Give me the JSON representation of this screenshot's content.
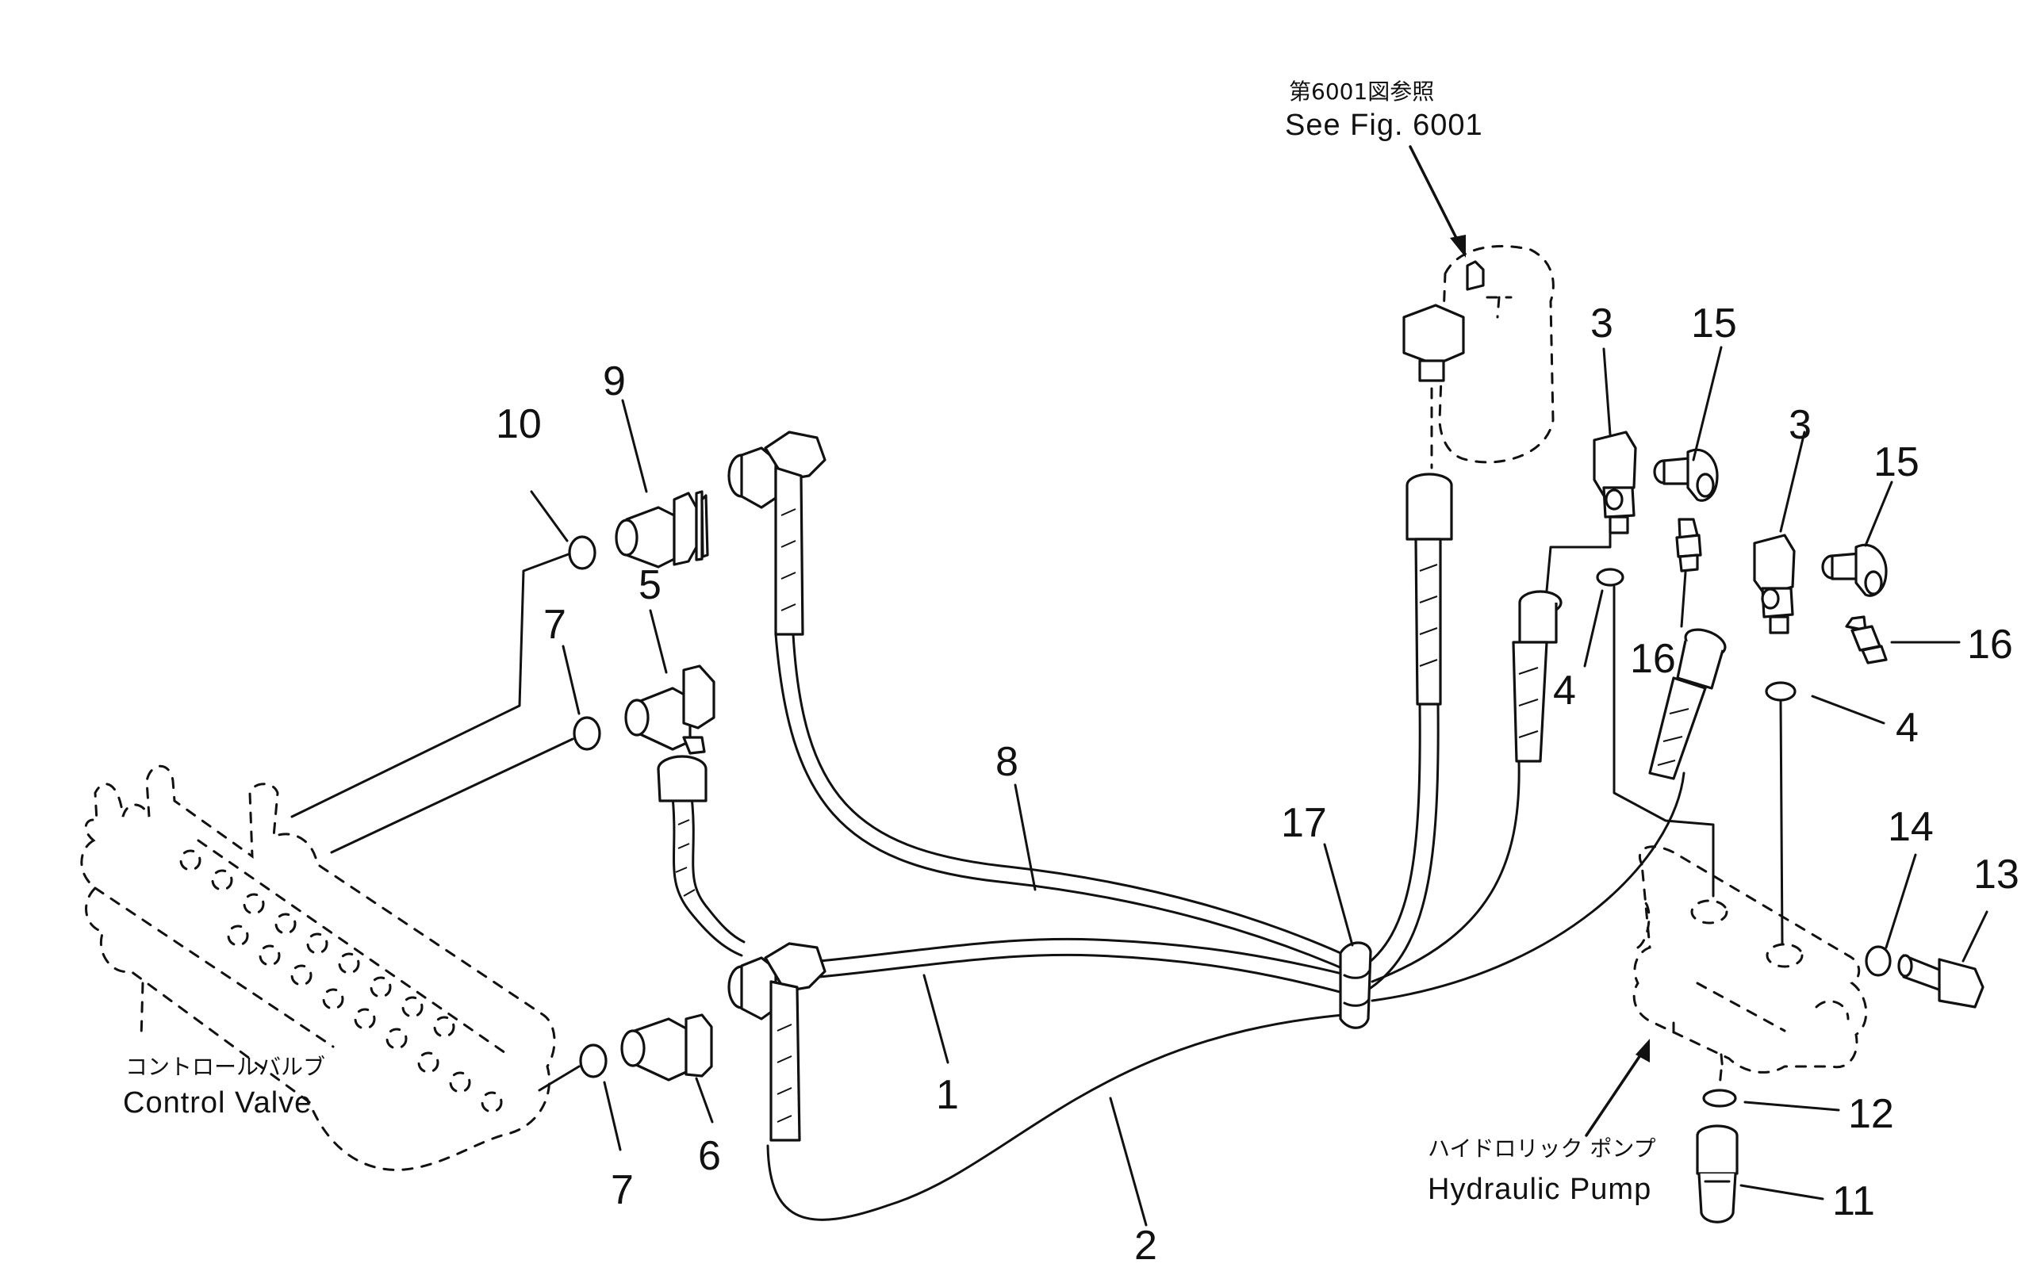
{
  "reference": {
    "jp": "第6001図参照",
    "en": "See Fig. 6001"
  },
  "control_valve": {
    "jp": "コントロールバルブ",
    "en": "Control Valve"
  },
  "hydraulic_pump": {
    "jp": "ハイドロリック ポンプ",
    "en": "Hydraulic Pump"
  },
  "callouts": {
    "n1": "1",
    "n2": "2",
    "n3a": "3",
    "n3b": "3",
    "n4a": "4",
    "n4b": "4",
    "n5": "5",
    "n6": "6",
    "n7a": "7",
    "n7b": "7",
    "n8": "8",
    "n9": "9",
    "n10": "10",
    "n11": "11",
    "n12": "12",
    "n13": "13",
    "n14": "14",
    "n15a": "15",
    "n15b": "15",
    "n16a": "16",
    "n16b": "16",
    "n17": "17"
  }
}
